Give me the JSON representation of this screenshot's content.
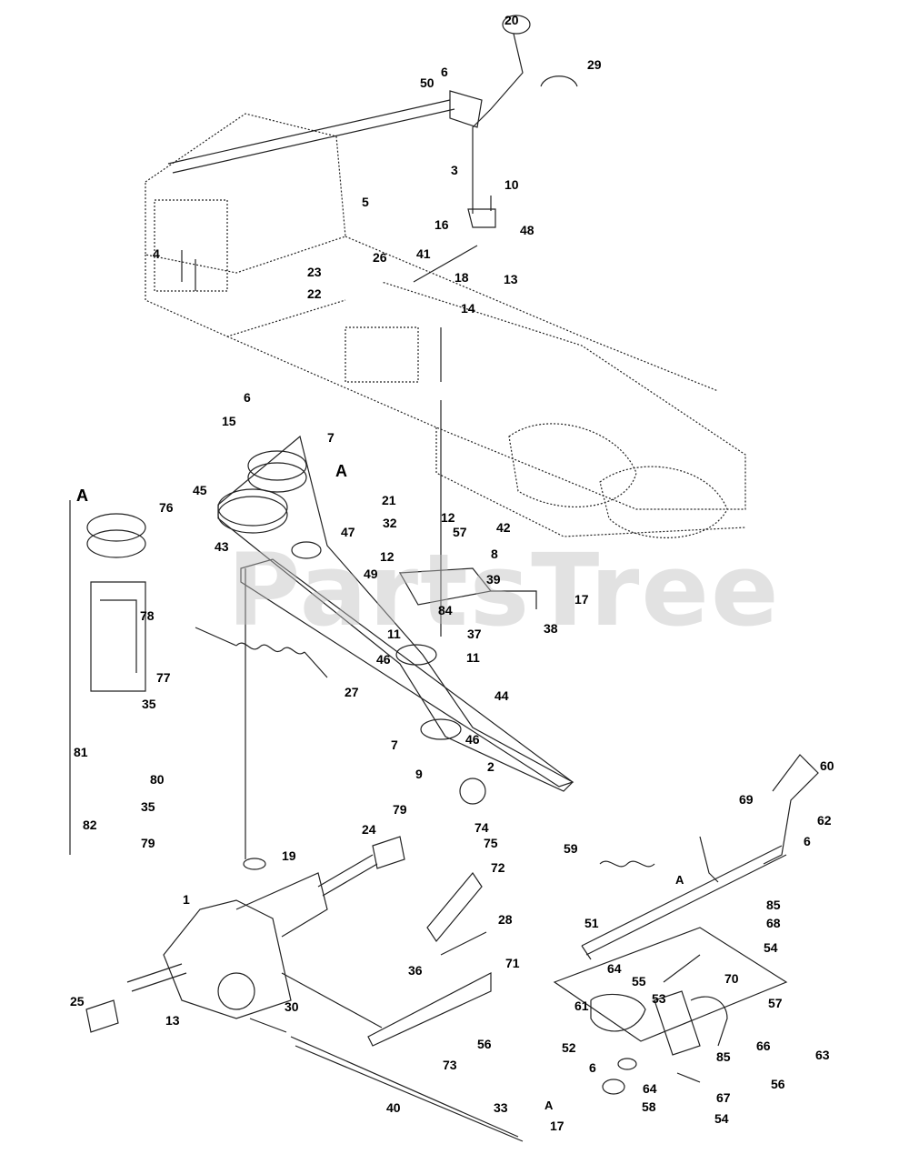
{
  "watermark": "PartsTree",
  "section_labels": [
    "A",
    "A",
    "A",
    "A"
  ],
  "callouts": [
    "20",
    "29",
    "6",
    "50",
    "3",
    "10",
    "5",
    "48",
    "16",
    "41",
    "26",
    "4",
    "23",
    "18",
    "13",
    "22",
    "14",
    "6",
    "15",
    "7",
    "A",
    "45",
    "43",
    "47",
    "21",
    "32",
    "12",
    "12",
    "57",
    "42",
    "8",
    "39",
    "49",
    "84",
    "17",
    "38",
    "11",
    "37",
    "11",
    "46",
    "44",
    "46",
    "7",
    "9",
    "A",
    "76",
    "78",
    "77",
    "35",
    "81",
    "80",
    "35",
    "82",
    "79",
    "27",
    "2",
    "79",
    "24",
    "74",
    "75",
    "72",
    "19",
    "1",
    "28",
    "36",
    "71",
    "25",
    "13",
    "30",
    "56",
    "73",
    "40",
    "33",
    "17",
    "60",
    "69",
    "62",
    "6",
    "59",
    "85",
    "68",
    "51",
    "54",
    "64",
    "55",
    "70",
    "57",
    "61",
    "53",
    "52",
    "66",
    "63",
    "6",
    "64",
    "85",
    "56",
    "67",
    "58",
    "54"
  ]
}
